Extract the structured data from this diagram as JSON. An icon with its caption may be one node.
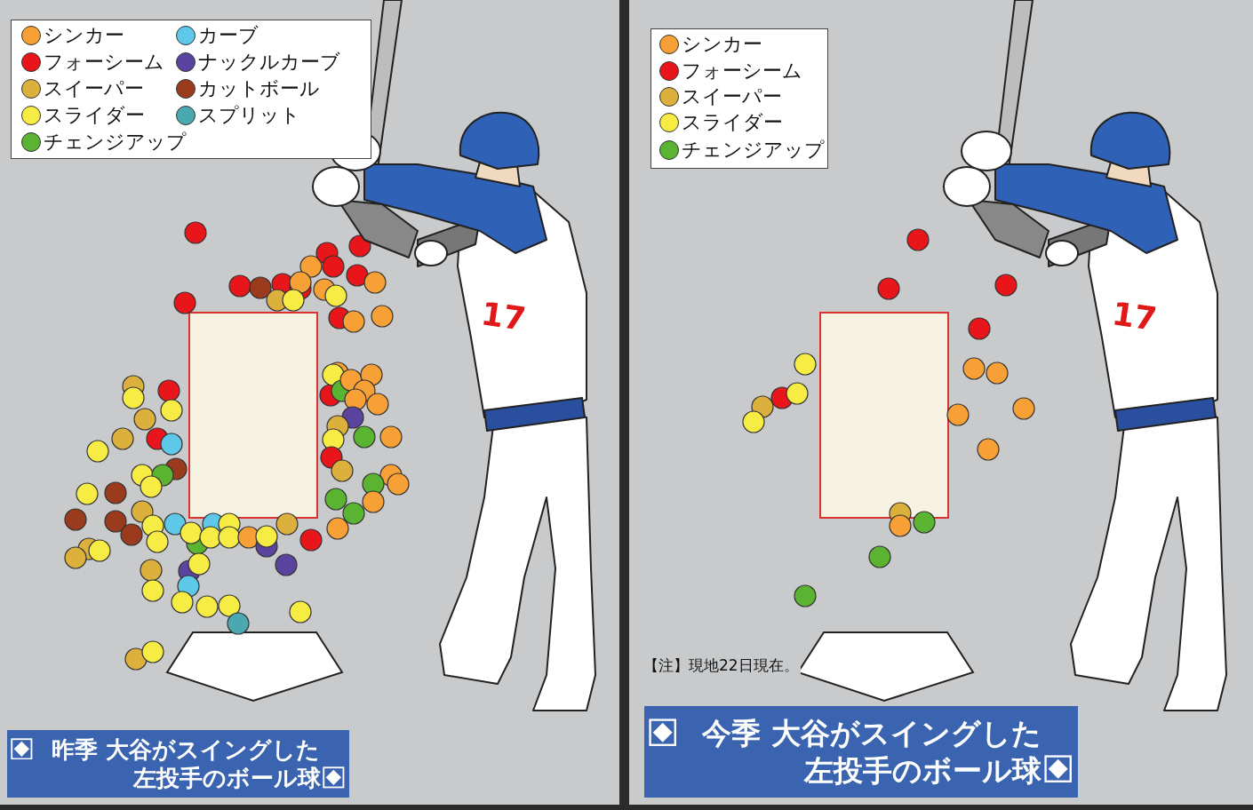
{
  "diagram": {
    "nodes": [
      {
        "text": [
          "昨季 大谷がスイングした左投手のボール球"
        ]
      },
      {
        "text": [
          "今季 大谷がスイングした左投手のボール球"
        ]
      }
    ],
    "labels": [
      "17",
      "17",
      "【注】現地22日現在。"
    ],
    "legend": [
      {
        "text": "シンカー",
        "color": "#f7a035"
      },
      {
        "text": "カーブ",
        "color": "#5ec8e8"
      },
      {
        "text": "フォーシーム",
        "color": "#e8151b"
      },
      {
        "text": "ナックルカーブ",
        "color": "#5a44a0"
      },
      {
        "text": "スイーパー",
        "color": "#dcb03c"
      },
      {
        "text": "カットボール",
        "color": "#9a3b1e"
      },
      {
        "text": "スライダー",
        "color": "#f7ec44"
      },
      {
        "text": "スプリット",
        "color": "#4aa8b0"
      },
      {
        "text": "チェンジアップ",
        "color": "#5ab331"
      },
      {
        "text": "シンカー",
        "color": "#f7a035"
      },
      {
        "text": "フォーシーム",
        "color": "#e8151b"
      },
      {
        "text": "スイーパー",
        "color": "#dcb03c"
      },
      {
        "text": "スライダー",
        "color": "#f7ec44"
      },
      {
        "text": "チェンジアップ",
        "color": "#5ab331"
      }
    ]
  }
}
